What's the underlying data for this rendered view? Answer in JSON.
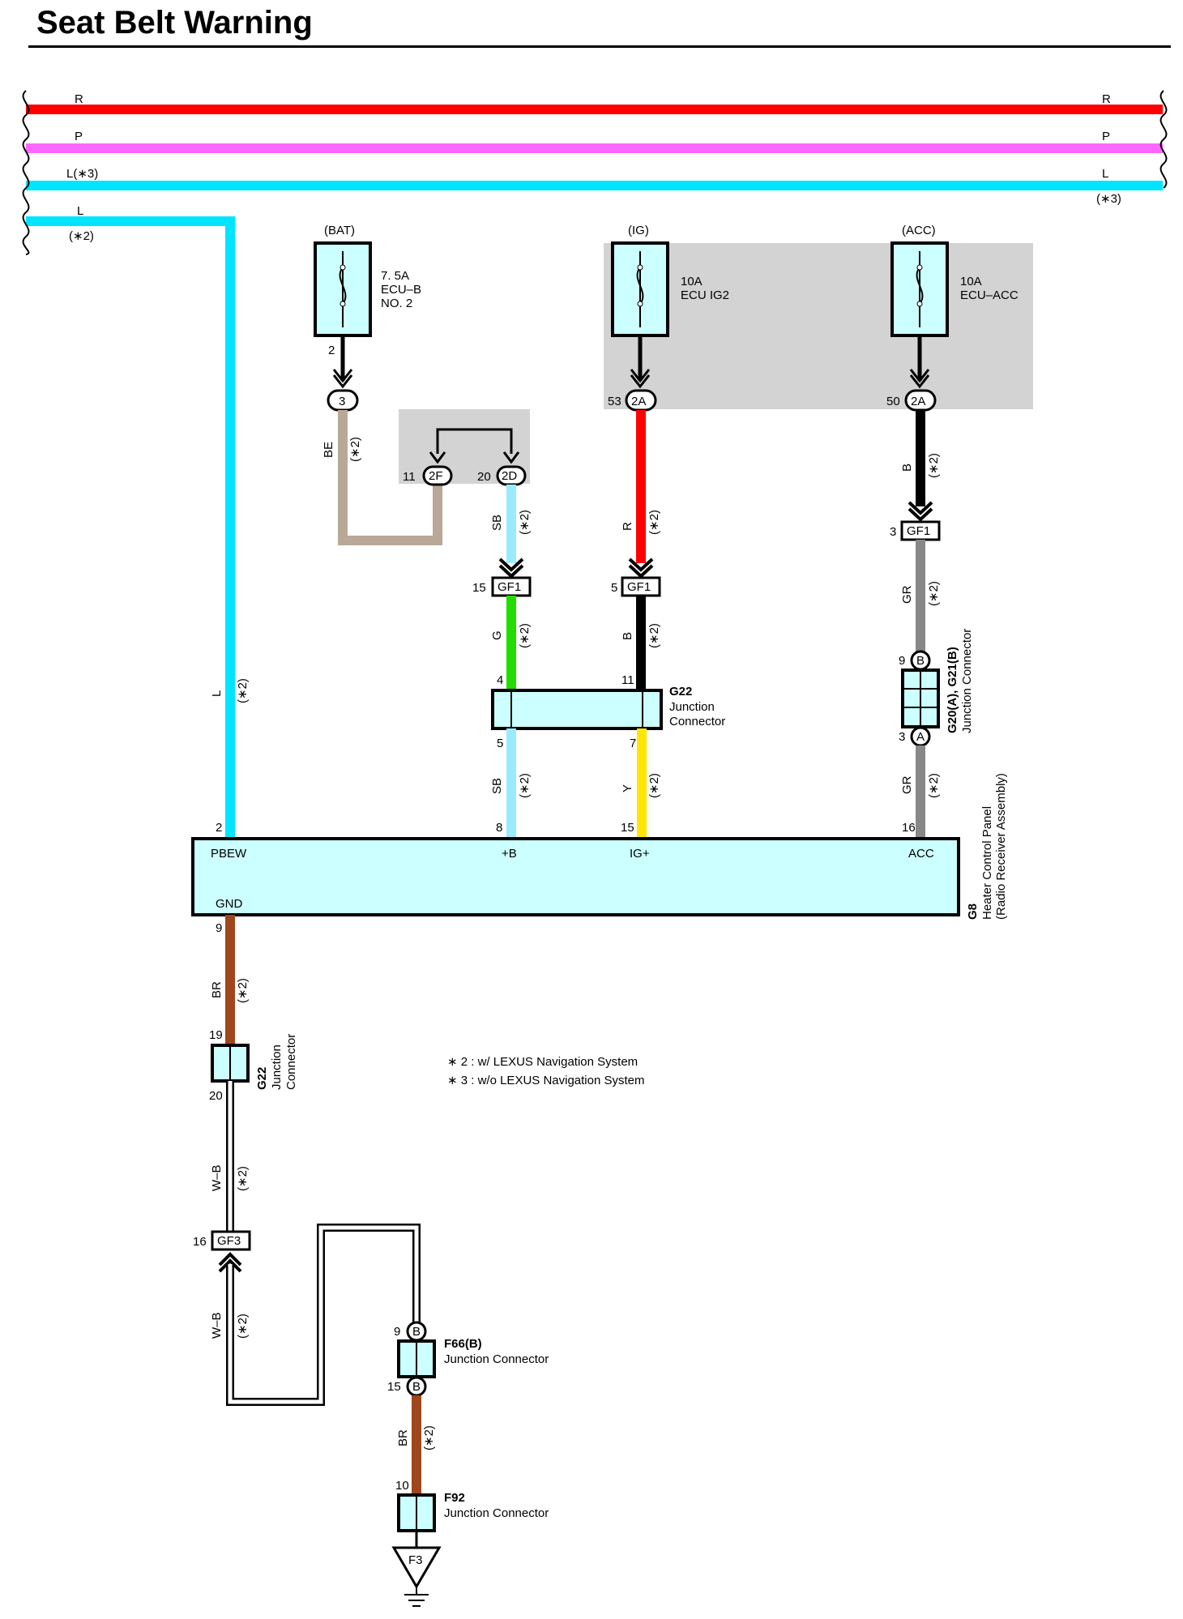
{
  "title": "Seat Belt Warning",
  "bus": {
    "r_left": "R",
    "r_right": "R",
    "p_left": "P",
    "p_right": "P",
    "l3_left": "L(∗3)",
    "l3_right": "L",
    "l3_right_note": "(∗3)",
    "l2_left": "L",
    "l2_note": "(∗2)"
  },
  "fuses": [
    {
      "source": "(BAT)",
      "rating": "7. 5A",
      "name_line1": "ECU–B",
      "name_line2": "NO. 2",
      "pin": "2",
      "connector": "3"
    },
    {
      "source": "(IG)",
      "rating": "10A",
      "name_line1": "ECU IG2",
      "pin": "53",
      "connector": "2A"
    },
    {
      "source": "(ACC)",
      "rating": "10A",
      "name_line1": "ECU–ACC",
      "pin": "50",
      "connector": "2A"
    }
  ],
  "splice": {
    "left_pin": "11",
    "left_conn": "2F",
    "right_pin": "20",
    "right_conn": "2D"
  },
  "wires": {
    "be": "BE",
    "sb": "SB",
    "r": "R",
    "b": "B",
    "g": "G",
    "y": "Y",
    "gr": "GR",
    "l": "L",
    "br": "BR",
    "wb": "W–B",
    "note2": "(∗2)"
  },
  "gf1": {
    "label": "GF1",
    "pins": {
      "sb_top": "15",
      "r_top": "5",
      "acc_top": "3"
    }
  },
  "g22": {
    "code": "G22",
    "line1": "Junction",
    "line2": "Connector",
    "pins": {
      "in_left": "4",
      "in_right": "11",
      "out_left": "5",
      "out_right": "7"
    }
  },
  "g20": {
    "code": "G20(A), G21(B)",
    "line1": "Junction Connector",
    "pin_top": "9",
    "badge_top": "B",
    "pin_bottom": "3",
    "badge_bottom": "A"
  },
  "g8": {
    "code": "G8",
    "line1": "Heater Control Panel",
    "line2": "(Radio Receiver Assembly)",
    "terminals": {
      "pbew": "PBEW",
      "b": "+B",
      "ig": "IG+",
      "acc": "ACC",
      "gnd": "GND"
    },
    "pins": {
      "pbew": "2",
      "b": "8",
      "ig": "15",
      "acc": "16",
      "gnd": "9"
    }
  },
  "g22_lower": {
    "code": "G22",
    "line1": "Junction",
    "line2": "Connector",
    "pin_top": "19",
    "pin_bottom": "20"
  },
  "gf3": {
    "label": "GF3",
    "pin": "16"
  },
  "f66": {
    "code": "F66(B)",
    "line1": "Junction Connector",
    "pin_top": "9",
    "badge_top": "B",
    "pin_bottom": "15",
    "badge_bottom": "B"
  },
  "f92": {
    "code": "F92",
    "line1": "Junction Connector",
    "pin_top": "10"
  },
  "ground": {
    "label": "F3"
  },
  "notes": [
    "∗ 2 : w/ LEXUS Navigation System",
    "∗ 3 : w/o LEXUS Navigation System"
  ],
  "colors": {
    "red": "#ff0000",
    "pink": "#ff66ff",
    "cyan": "#00e5ff",
    "lightblue": "#99ecff",
    "green": "#22dd00",
    "black": "#000000",
    "yellow": "#ffe600",
    "gray": "#888888",
    "brown": "#a0461c",
    "tan": "#b9a898",
    "panel": "#ccffff",
    "shade": "#d3d3d3"
  }
}
